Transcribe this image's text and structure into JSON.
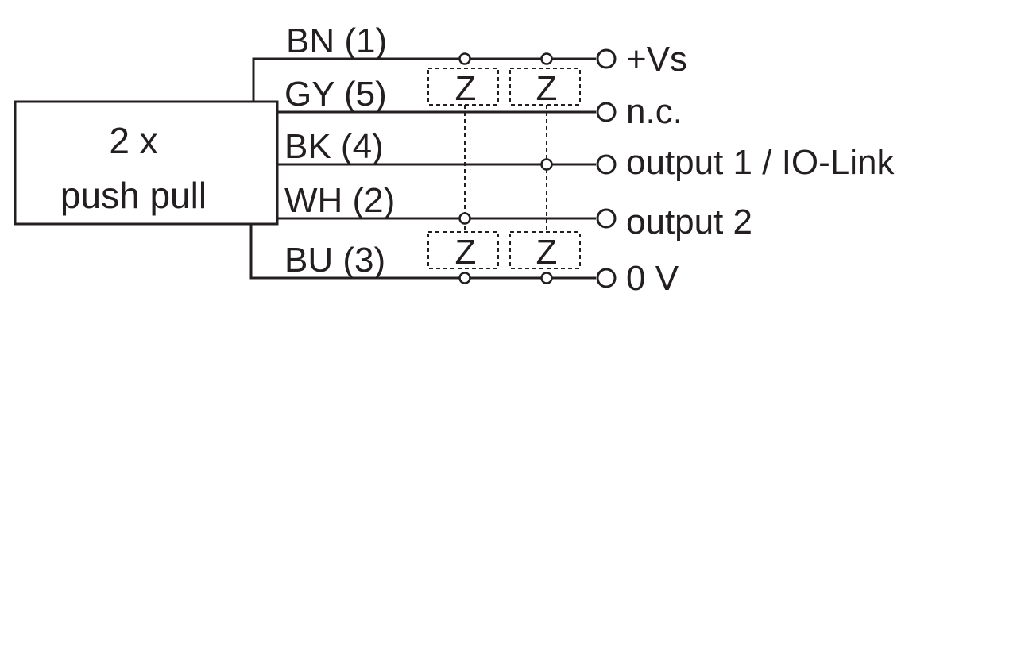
{
  "block": {
    "line1": "2 x",
    "line2": "push pull"
  },
  "wires": [
    {
      "label": "BN (1)",
      "terminal": "+Vs"
    },
    {
      "label": "GY (5)",
      "terminal": "n.c."
    },
    {
      "label": "BK (4)",
      "terminal": "output 1 / IO-Link"
    },
    {
      "label": "WH (2)",
      "terminal": "output 2"
    },
    {
      "label": "BU (3)",
      "terminal": "0 V"
    }
  ],
  "loads": [
    {
      "symbol": "Z"
    },
    {
      "symbol": "Z"
    },
    {
      "symbol": "Z"
    },
    {
      "symbol": "Z"
    }
  ],
  "colors": {
    "ink": "#231f20",
    "background": "#ffffff"
  }
}
